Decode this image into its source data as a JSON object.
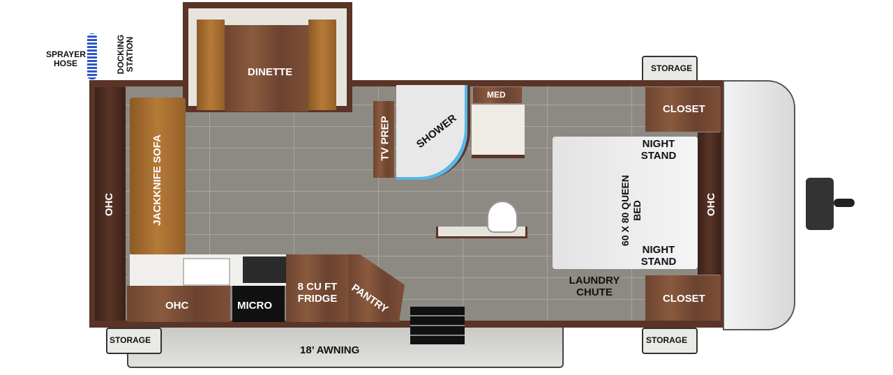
{
  "labels": {
    "sprayer_hose": "SPRAYER HOSE",
    "docking_station": "DOCKING STATION",
    "dinette": "DINETTE",
    "storage_top_front": "STORAGE",
    "storage_bottom_rear": "STORAGE",
    "storage_bottom_front": "STORAGE",
    "closet_top": "CLOSET",
    "closet_bottom": "CLOSET",
    "night_stand_top": "NIGHT STAND",
    "night_stand_bottom": "NIGHT STAND",
    "ohc_left": "OHC",
    "ohc_kitchen": "OHC",
    "ohc_bedroom": "OHC",
    "jackknife_sofa": "JACKKNIFE SOFA",
    "tv_prep": "TV PREP",
    "shower": "SHOWER",
    "med": "MED",
    "queen_bed": "60 X 80 QUEEN BED",
    "laundry_chute": "LAUNDRY CHUTE",
    "micro": "MICRO",
    "fridge": "8 CU FT FRIDGE",
    "pantry": "PANTRY",
    "awning": "18’ AWNING"
  },
  "colors": {
    "wall": "#5a3426",
    "floor": "#8d8983",
    "sofa": "#b57a37",
    "awning": "#cfcfcc",
    "hose": "#2a56c6"
  }
}
